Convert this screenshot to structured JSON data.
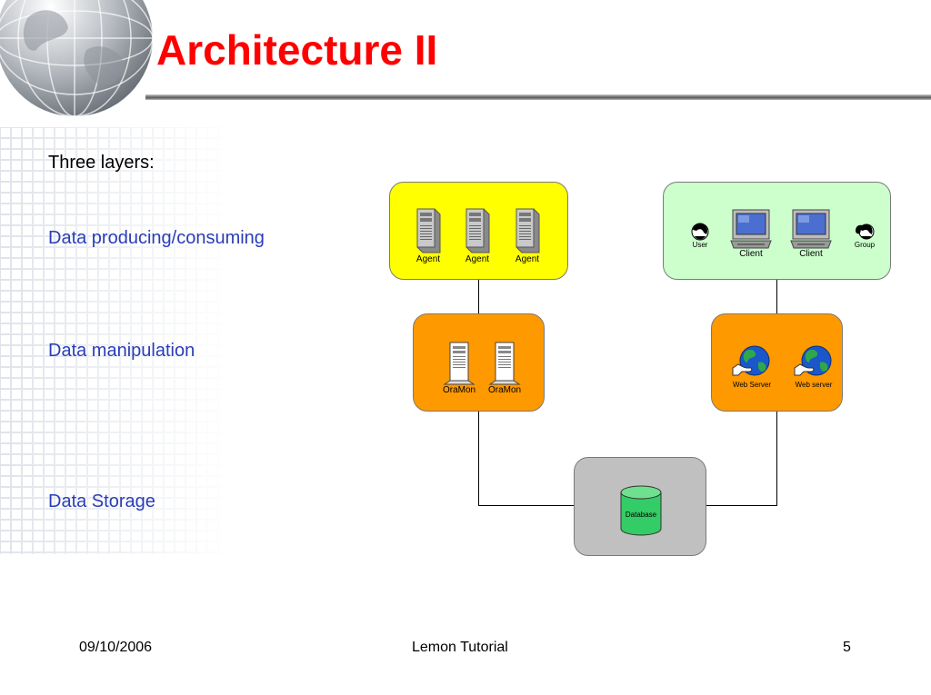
{
  "slide": {
    "title": "Architecture II",
    "intro": "Three layers:",
    "layers": [
      "Data producing/consuming",
      "Data manipulation",
      "Data Storage"
    ]
  },
  "diagram": {
    "agents": [
      "Agent",
      "Agent",
      "Agent"
    ],
    "clients": {
      "user": "User",
      "group": "Group",
      "client_1": "Client",
      "client_2": "Client"
    },
    "oramon": [
      "OraMon",
      "OraMon"
    ],
    "web_servers": [
      "Web Server",
      "Web server"
    ],
    "database": "Database",
    "icons": {
      "server": "server-tower-icon",
      "monitor": "computer-monitor-icon",
      "person": "person-icon",
      "globe": "web-globe-icon",
      "database": "database-cylinder-icon"
    },
    "colors": {
      "title": "#ff0000",
      "layer_text": "#2a3db8",
      "producing_box": "#ffff00",
      "consuming_box": "#ccffcc",
      "manipulation_box": "#ff9900",
      "storage_box": "#c0c0c0"
    }
  },
  "footer": {
    "date": "09/10/2006",
    "center": "Lemon Tutorial",
    "page": "5"
  }
}
